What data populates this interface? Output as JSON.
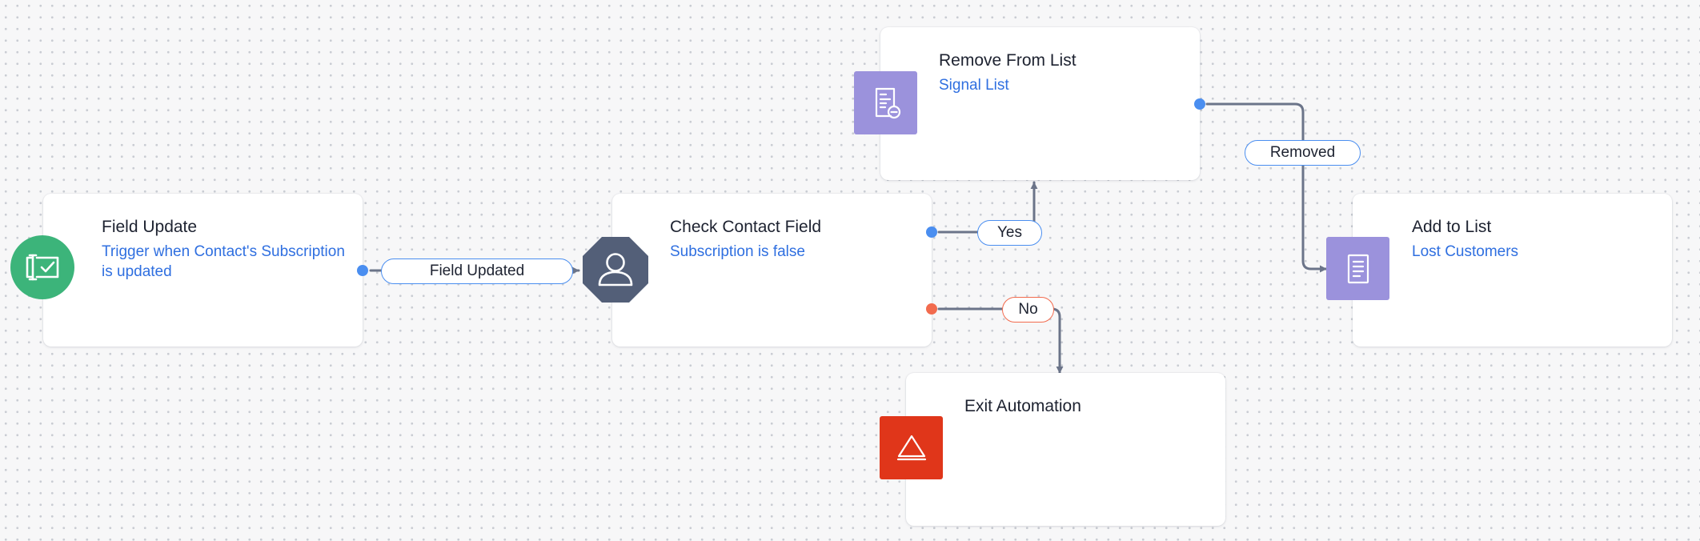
{
  "nodes": {
    "field_update": {
      "title": "Field Update",
      "subtitle": "Trigger when Contact's Subscription is updated",
      "icon": "field-update-icon",
      "icon_color": "#3cb47a"
    },
    "check_contact": {
      "title": "Check Contact Field",
      "subtitle": "Subscription is false",
      "icon": "contact-icon",
      "icon_color": "#535f78"
    },
    "remove_from_list": {
      "title": "Remove From List",
      "subtitle": "Signal List",
      "icon": "list-remove-icon",
      "icon_color": "#9b92dc"
    },
    "add_to_list": {
      "title": "Add to List",
      "subtitle": "Lost Customers",
      "icon": "list-icon",
      "icon_color": "#9b92dc"
    },
    "exit_automation": {
      "title": "Exit Automation",
      "icon": "exit-icon",
      "icon_color": "#e0361a"
    }
  },
  "edges": {
    "field_updated": "Field Updated",
    "yes": "Yes",
    "no": "No",
    "removed": "Removed"
  },
  "colors": {
    "connector": "#6b7489",
    "port_blue": "#4a8ef0",
    "port_red": "#f26b4e",
    "subtitle": "#2f6fe0"
  }
}
